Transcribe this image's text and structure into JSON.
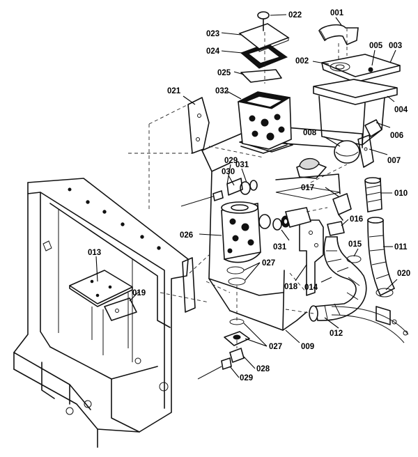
{
  "callouts": [
    {
      "id": "001",
      "text": "001"
    },
    {
      "id": "002",
      "text": "002"
    },
    {
      "id": "003",
      "text": "003"
    },
    {
      "id": "004",
      "text": "004"
    },
    {
      "id": "005",
      "text": "005"
    },
    {
      "id": "006",
      "text": "006"
    },
    {
      "id": "007",
      "text": "007"
    },
    {
      "id": "008",
      "text": "008"
    },
    {
      "id": "009",
      "text": "009"
    },
    {
      "id": "010",
      "text": "010"
    },
    {
      "id": "011",
      "text": "011"
    },
    {
      "id": "012",
      "text": "012"
    },
    {
      "id": "013",
      "text": "013"
    },
    {
      "id": "014",
      "text": "014"
    },
    {
      "id": "015",
      "text": "015"
    },
    {
      "id": "016",
      "text": "016"
    },
    {
      "id": "017",
      "text": "017"
    },
    {
      "id": "018",
      "text": "018"
    },
    {
      "id": "019",
      "text": "019"
    },
    {
      "id": "020",
      "text": "020"
    },
    {
      "id": "021",
      "text": "021"
    },
    {
      "id": "022",
      "text": "022"
    },
    {
      "id": "023",
      "text": "023"
    },
    {
      "id": "024",
      "text": "024"
    },
    {
      "id": "025",
      "text": "025"
    },
    {
      "id": "026",
      "text": "026"
    },
    {
      "id": "027a",
      "text": "027"
    },
    {
      "id": "027b",
      "text": "027"
    },
    {
      "id": "028",
      "text": "028"
    },
    {
      "id": "029a",
      "text": "029"
    },
    {
      "id": "029b",
      "text": "029"
    },
    {
      "id": "030",
      "text": "030"
    },
    {
      "id": "031a",
      "text": "031"
    },
    {
      "id": "031b",
      "text": "031"
    },
    {
      "id": "032",
      "text": "032"
    }
  ]
}
